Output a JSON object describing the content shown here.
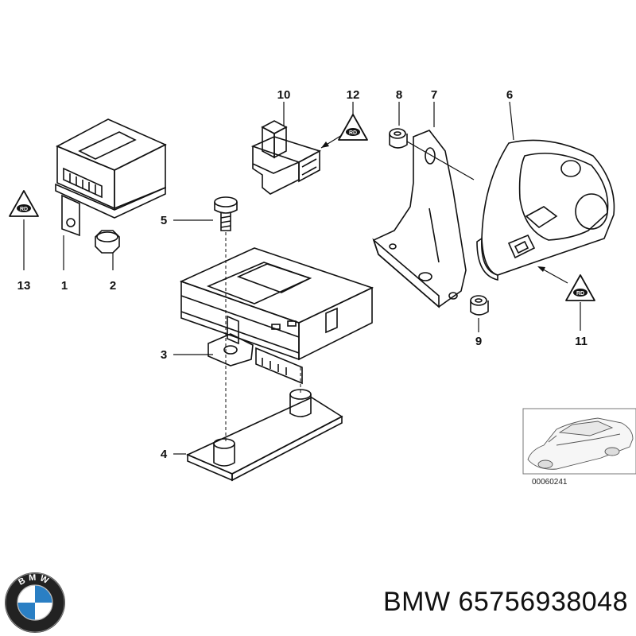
{
  "callouts": {
    "n1": "1",
    "n2": "2",
    "n3": "3",
    "n4": "4",
    "n5": "5",
    "n6": "6",
    "n7": "7",
    "n8": "8",
    "n9": "9",
    "n10": "10",
    "n11": "11",
    "n12": "12",
    "n13": "13"
  },
  "warning_label_text": "RD",
  "reference_code": "00060241",
  "caption": {
    "brand": "BMW",
    "part_number": "65756938048"
  },
  "logo": {
    "letters": [
      "B",
      "M",
      "W"
    ]
  },
  "colors": {
    "line": "#111111",
    "fill_light": "#f4f4f4",
    "fill_mid": "#dcdcdc",
    "fill_dark": "#9a9a9a",
    "bmw_blue": "#2a7fc4"
  }
}
